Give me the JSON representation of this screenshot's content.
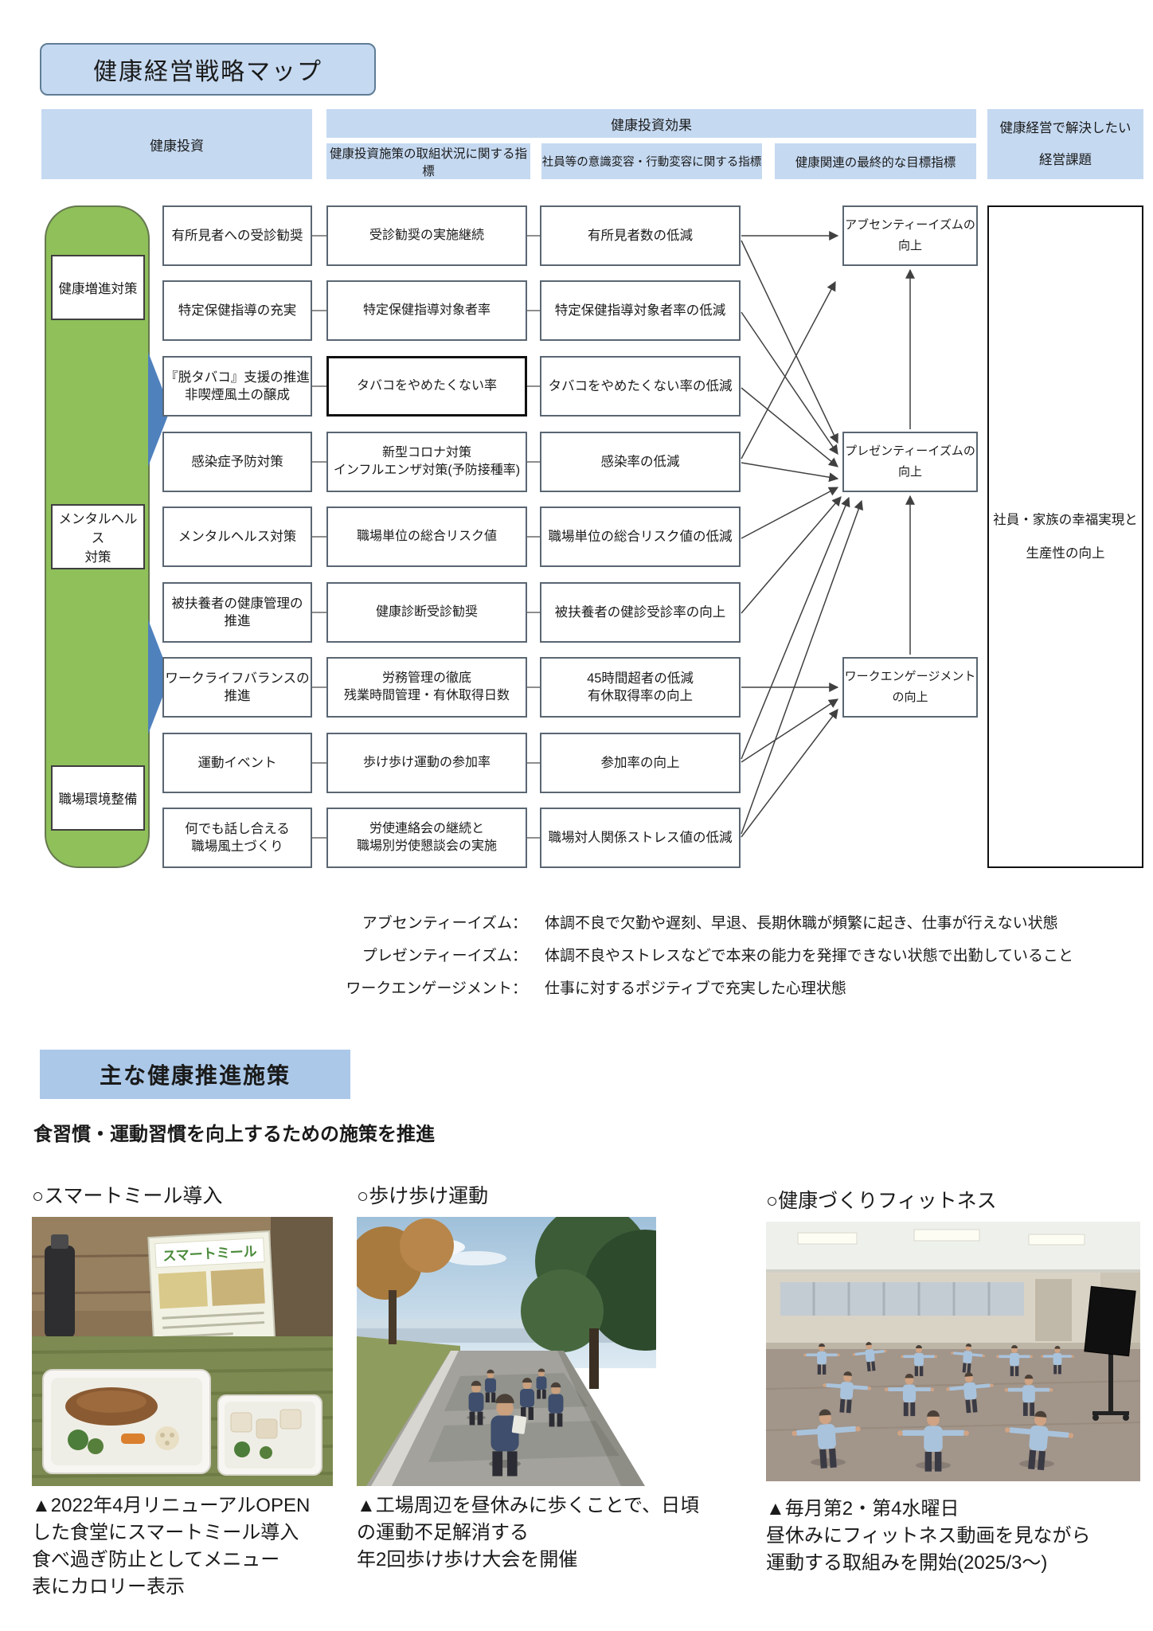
{
  "page_title": "健康経営戦略マップ",
  "colors": {
    "header_blue": "#c5d9f1",
    "section_blue": "#abc8e8",
    "panel_green": "#8fc05a",
    "arrow_blue": "#4f81bd",
    "box_border": "#5a6672"
  },
  "strategy_map": {
    "col_headers": {
      "investment": "健康投資",
      "effect": "健康投資効果",
      "effect_sub_1": "健康投資施策の取組状況に関する指標",
      "effect_sub_2": "社員等の意識変容・行動変容に関する指標",
      "effect_sub_3": "健康関連の最終的な目標指標",
      "management_issue": "健康経営で解決したい\n経営課題"
    },
    "categories": [
      {
        "label": "健康増進対策"
      },
      {
        "label": "メンタルヘルス\n対策"
      },
      {
        "label": "職場環境整備"
      }
    ],
    "rows": [
      {
        "investment": "有所見者への受診勧奨",
        "indicator": "受診勧奨の実施継続",
        "change": "有所見者数の低減"
      },
      {
        "investment": "特定保健指導の充実",
        "indicator": "特定保健指導対象者率",
        "change": "特定保健指導対象者率の低減"
      },
      {
        "investment": "『脱タバコ』支援の推進\n非喫煙風土の醸成",
        "indicator": "タバコをやめたくない率",
        "change": "タバコをやめたくない率の低減"
      },
      {
        "investment": "感染症予防対策",
        "indicator": "新型コロナ対策\nインフルエンザ対策(予防接種率)",
        "change": "感染率の低減"
      },
      {
        "investment": "メンタルヘルス対策",
        "indicator": "職場単位の総合リスク値",
        "change": "職場単位の総合リスク値の低減"
      },
      {
        "investment": "被扶養者の健康管理の\n推進",
        "indicator": "健康診断受診勧奨",
        "change": "被扶養者の健診受診率の向上"
      },
      {
        "investment": "ワークライフバランスの\n推進",
        "indicator": "労務管理の徹底\n残業時間管理・有休取得日数",
        "change": "45時間超者の低減\n有休取得率の向上"
      },
      {
        "investment": "運動イベント",
        "indicator": "歩け歩け運動の参加率",
        "change": "参加率の向上"
      },
      {
        "investment": "何でも話し合える\n職場風土づくり",
        "indicator": "労使連絡会の継続と\n職場別労使懇談会の実施",
        "change": "職場対人関係ストレス値の低減"
      }
    ],
    "goals": [
      {
        "label": "アブセンティーイズムの\n向上"
      },
      {
        "label": "プレゼンティーイズムの\n向上"
      },
      {
        "label": "ワークエンゲージメント\nの向上"
      }
    ],
    "final_goal": "社員・家族の幸福実現と\n生産性の向上",
    "definitions": [
      {
        "term": "アブセンティーイズム：",
        "desc": "体調不良で欠勤や遅刻、早退、長期休職が頻繁に起き、仕事が行えない状態"
      },
      {
        "term": "プレゼンティーイズム：",
        "desc": "体調不良やストレスなどで本来の能力を発揮できない状態で出勤していること"
      },
      {
        "term": "ワークエンゲージメント：",
        "desc": "仕事に対するポジティブで充実した心理状態"
      }
    ]
  },
  "initiatives": {
    "section_title": "主な健康推進施策",
    "lead": "食習慣・運動習慣を向上するための施策を推進",
    "items": [
      {
        "heading": "○スマートミール導入",
        "photo_label": "スマートミール",
        "photo_alt": "食堂のスマートミール（主菜・副菜のトレー）とメニュー表の写真",
        "caption": "▲2022年4月リニューアルOPEN\nした食堂にスマートミール導入\n食べ過ぎ防止としてメニュー\n表にカロリー表示"
      },
      {
        "heading": "○歩け歩け運動",
        "photo_alt": "工場周辺の並木道を昼休みに歩く社員の写真",
        "caption": "▲工場周辺を昼休みに歩くことで、日頃\nの運動不足解消する\n年2回歩け歩け大会を開催"
      },
      {
        "heading": "○健康づくりフィットネス",
        "photo_alt": "フィットネス動画を見ながら体操する社員たちの写真",
        "caption": "▲毎月第2・第4水曜日\n昼休みにフィットネス動画を見ながら\n運動する取組みを開始(2025/3～)"
      }
    ]
  }
}
